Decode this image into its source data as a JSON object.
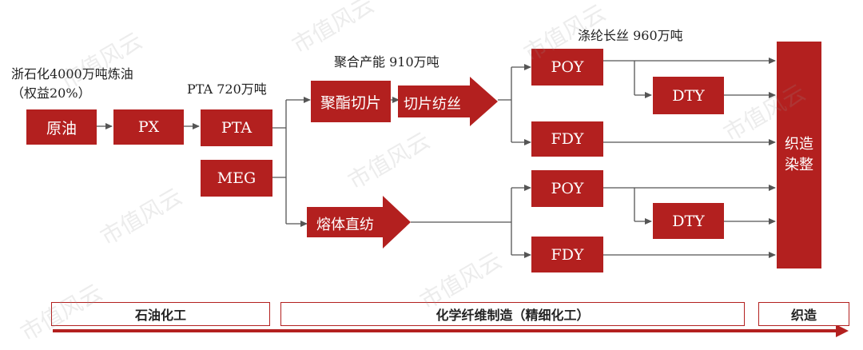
{
  "diagram": {
    "boxes": {
      "crude": "原油",
      "px": "PX",
      "pta": "PTA",
      "meg": "MEG",
      "polyester_chips": "聚酯切片",
      "poy_top": "POY",
      "fdy_top": "FDY",
      "dty_top": "DTY",
      "poy_bottom": "POY",
      "fdy_bottom": "FDY",
      "dty_bottom": "DTY",
      "weave_dye": "织造染整"
    },
    "arrows": {
      "chip_spinning": "切片纺丝",
      "melt_direct_spinning": "熔体直纺"
    },
    "annotations": {
      "zhejiang_petrochem": "浙石化4000万吨炼油（权益20%）",
      "pta_capacity": "PTA 720万吨",
      "polymer_capacity": "聚合产能 910万吨",
      "filament_capacity": "涤纶长丝 960万吨"
    },
    "stages": {
      "petrochem": "石油化工",
      "chemical_fiber": "化学纤维制造（精细化工）",
      "weaving": "织造"
    },
    "watermark": "市值风云"
  },
  "colors": {
    "box_fill": "#b3201f",
    "line": "#555555",
    "stage_border": "#b3201f"
  }
}
